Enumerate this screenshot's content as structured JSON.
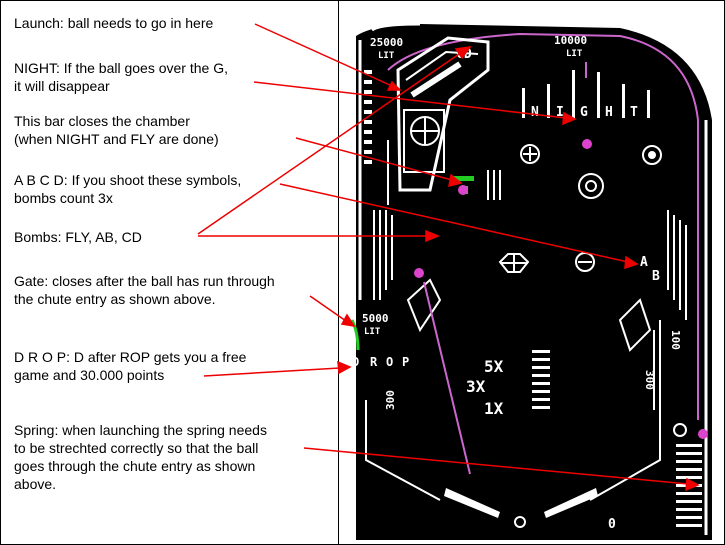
{
  "annotations": [
    {
      "id": "launch",
      "lines": [
        "Launch: ball needs to go in here"
      ]
    },
    {
      "id": "night",
      "lines": [
        "NIGHT: If the ball goes over the G,",
        "it will disappear"
      ]
    },
    {
      "id": "bar",
      "lines": [
        "This bar closes the chamber",
        "(when NIGHT and FLY are done)"
      ]
    },
    {
      "id": "abcd",
      "lines": [
        "A B C D: If you shoot these symbols,",
        "bombs count 3x"
      ]
    },
    {
      "id": "bombs",
      "lines": [
        "Bombs: FLY, AB, CD"
      ]
    },
    {
      "id": "gate",
      "lines": [
        "Gate: closes after the ball has run through",
        "the chute entry as shown above."
      ]
    },
    {
      "id": "drop",
      "lines": [
        "D R O P: D after ROP gets you a free",
        "game and 30.000 points"
      ]
    },
    {
      "id": "spring",
      "lines": [
        "Spring: when launching the spring needs",
        "to be strechted correctly so that the ball",
        "goes through the chute entry as shown",
        "above."
      ]
    }
  ],
  "board": {
    "score_left": "25000",
    "score_left_unit": "LIT",
    "score_right": "10000",
    "score_right_unit": "LIT",
    "night_letters": [
      "N",
      "I",
      "G",
      "H",
      "T"
    ],
    "drop_score": "5000",
    "drop_score_unit": "LIT",
    "drop_letters": [
      "D",
      "R",
      "O",
      "P"
    ],
    "multipliers": [
      "5X",
      "3X",
      "1X"
    ],
    "side_left": "300",
    "side_right_1": "100",
    "side_right_2": "300",
    "cd_letters": "CD",
    "ab_letters": "AB",
    "bottom_zero": "0"
  },
  "colors": {
    "arrow": "#ee0000",
    "board": "#000000",
    "lines": "#ffffff",
    "ball": "#dd44cc",
    "gate": "#22cc22",
    "rail": "#cc66cc"
  }
}
